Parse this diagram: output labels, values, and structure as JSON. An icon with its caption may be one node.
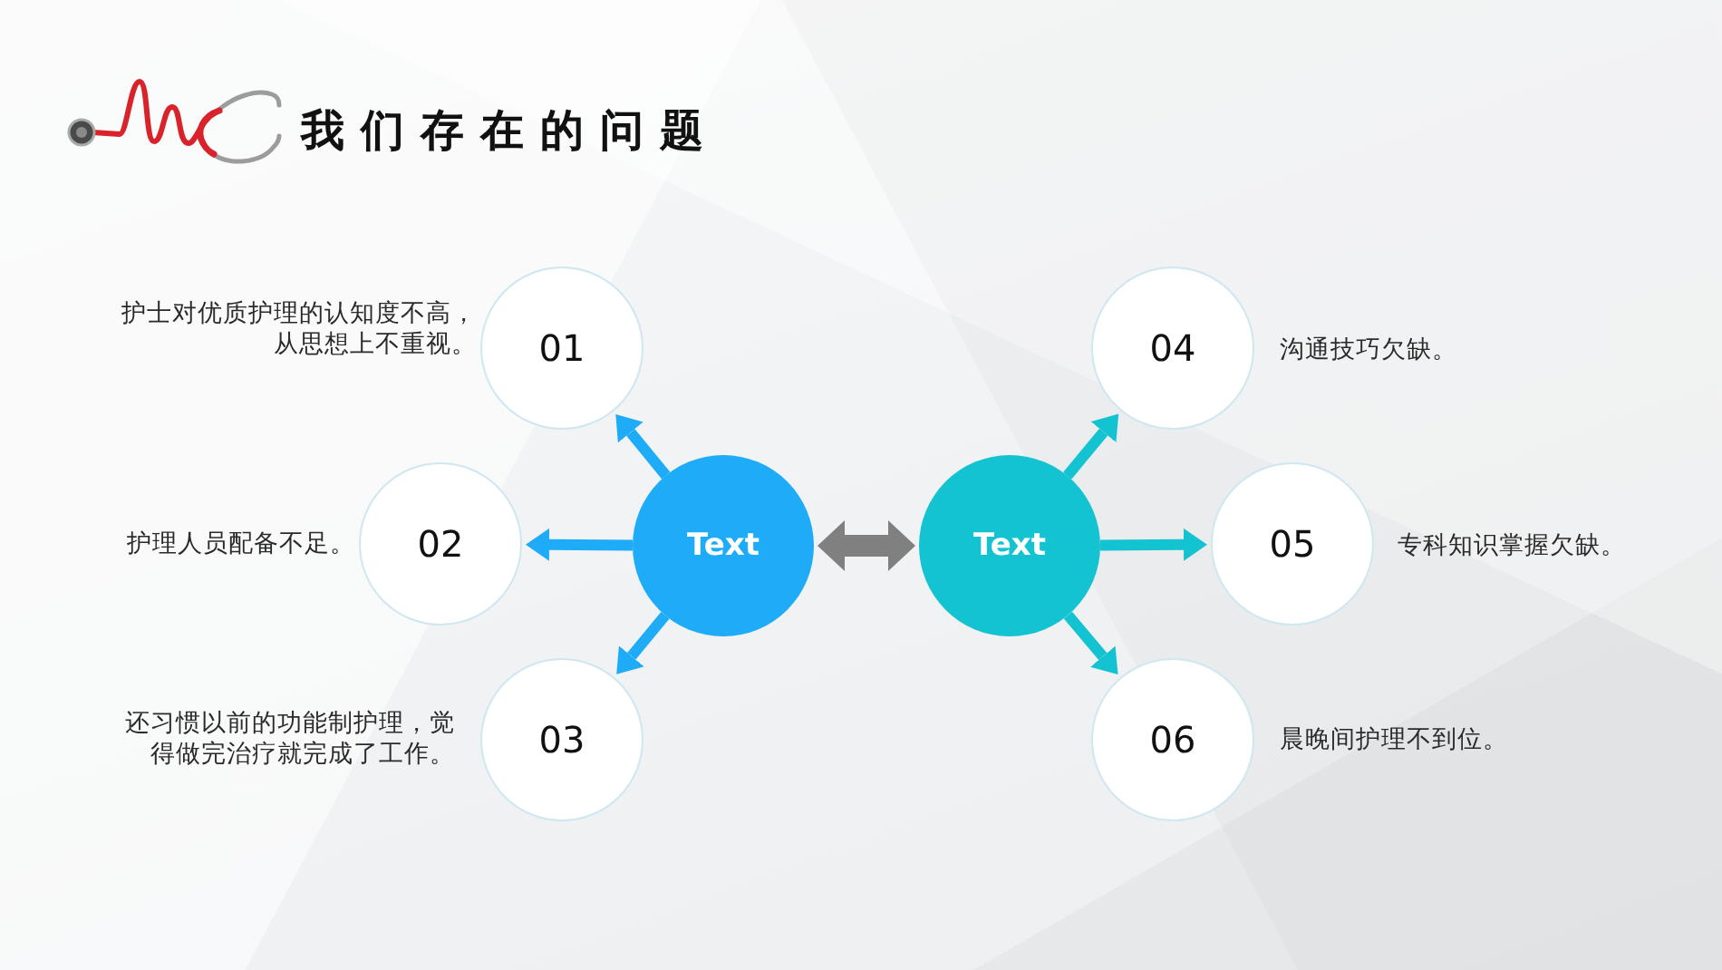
{
  "diagram": {
    "title": "我们存在的问题",
    "nodes": [
      {
        "text": [
          "Text"
        ]
      },
      {
        "text": [
          "Text"
        ]
      },
      {
        "text": [
          "01"
        ],
        "beside": [
          "护士对优质护理的认知度不高，从思想上不重视。"
        ]
      },
      {
        "text": [
          "02"
        ],
        "beside": [
          "护理人员配备不足。"
        ]
      },
      {
        "text": [
          "03"
        ],
        "beside": [
          "还习惯以前的功能制护理，觉得做完治疗就完成了工作。"
        ]
      },
      {
        "text": [
          "04"
        ],
        "beside": [
          "沟通技巧欠缺。"
        ]
      },
      {
        "text": [
          "05"
        ],
        "beside": [
          "专科知识掌握欠缺。"
        ]
      },
      {
        "text": [
          "06"
        ],
        "beside": [
          "晨晚间护理不到位。"
        ]
      }
    ],
    "edges": [
      {
        "from": 0,
        "to": 2,
        "arrow": "to",
        "color": "#1eabf8"
      },
      {
        "from": 0,
        "to": 3,
        "arrow": "to",
        "color": "#1eabf8"
      },
      {
        "from": 0,
        "to": 4,
        "arrow": "to",
        "color": "#1eabf8"
      },
      {
        "from": 0,
        "to": 1,
        "arrow": "both",
        "style": "thick",
        "color": "#808080"
      },
      {
        "from": 1,
        "to": 5,
        "arrow": "to",
        "color": "#14c3d2"
      },
      {
        "from": 1,
        "to": 6,
        "arrow": "to",
        "color": "#14c3d2"
      },
      {
        "from": 1,
        "to": 7,
        "arrow": "to",
        "color": "#14c3d2"
      }
    ]
  }
}
